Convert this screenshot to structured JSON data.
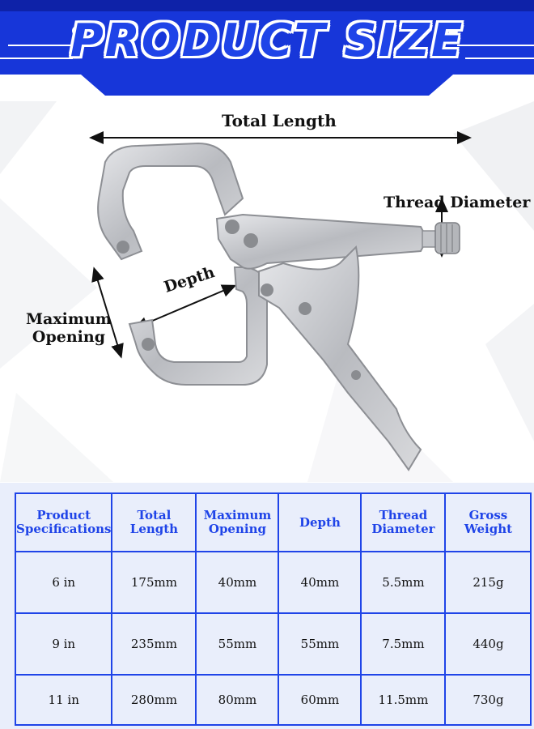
{
  "header": {
    "title": "PRODUCT SIZE"
  },
  "labels": {
    "total_length": "Total Length",
    "thread_diameter": "Thread Diameter",
    "depth": "Depth",
    "maximum_opening_line1": "Maximum",
    "maximum_opening_line2": "Opening"
  },
  "table": {
    "headers": [
      [
        "Product",
        "Specifications"
      ],
      [
        "Total Length"
      ],
      [
        "Maximum",
        "Opening"
      ],
      [
        "Depth"
      ],
      [
        "Thread",
        "Diameter"
      ],
      [
        "Gross Weight"
      ]
    ],
    "rows": [
      [
        "6 in",
        "175mm",
        "40mm",
        "40mm",
        "5.5mm",
        "215g"
      ],
      [
        "9 in",
        "235mm",
        "55mm",
        "55mm",
        "7.5mm",
        "440g"
      ],
      [
        "11 in",
        "280mm",
        "80mm",
        "60mm",
        "11.5mm",
        "730g"
      ]
    ]
  },
  "colors": {
    "brand_blue": "#1f44e8",
    "banner_blue": "#1736d9",
    "table_bg": "#e9eefb",
    "tool_silver": "#c8c9cc"
  },
  "icons": {
    "product": "locking-c-clamp-pliers"
  }
}
